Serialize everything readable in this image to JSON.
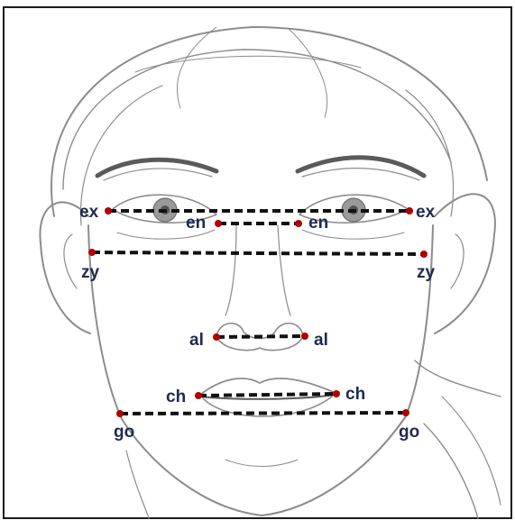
{
  "colors": {
    "background": "#ffffff",
    "frame": "#1a1a1a",
    "sketch": "#8c8c8c",
    "sketch_dark": "#5a5a5a",
    "measure_line": "#111111",
    "landmark_dot": "#b00000",
    "label": "#1f2a52"
  },
  "landmarks": {
    "ex_left": "ex",
    "ex_right": "ex",
    "en_left": "en",
    "en_right": "en",
    "zy_left": "zy",
    "zy_right": "zy",
    "al_left": "al",
    "al_right": "al",
    "ch_left": "ch",
    "ch_right": "ch",
    "go_left": "go",
    "go_right": "go"
  },
  "icons": {
    "face": "face-sketch-icon"
  }
}
